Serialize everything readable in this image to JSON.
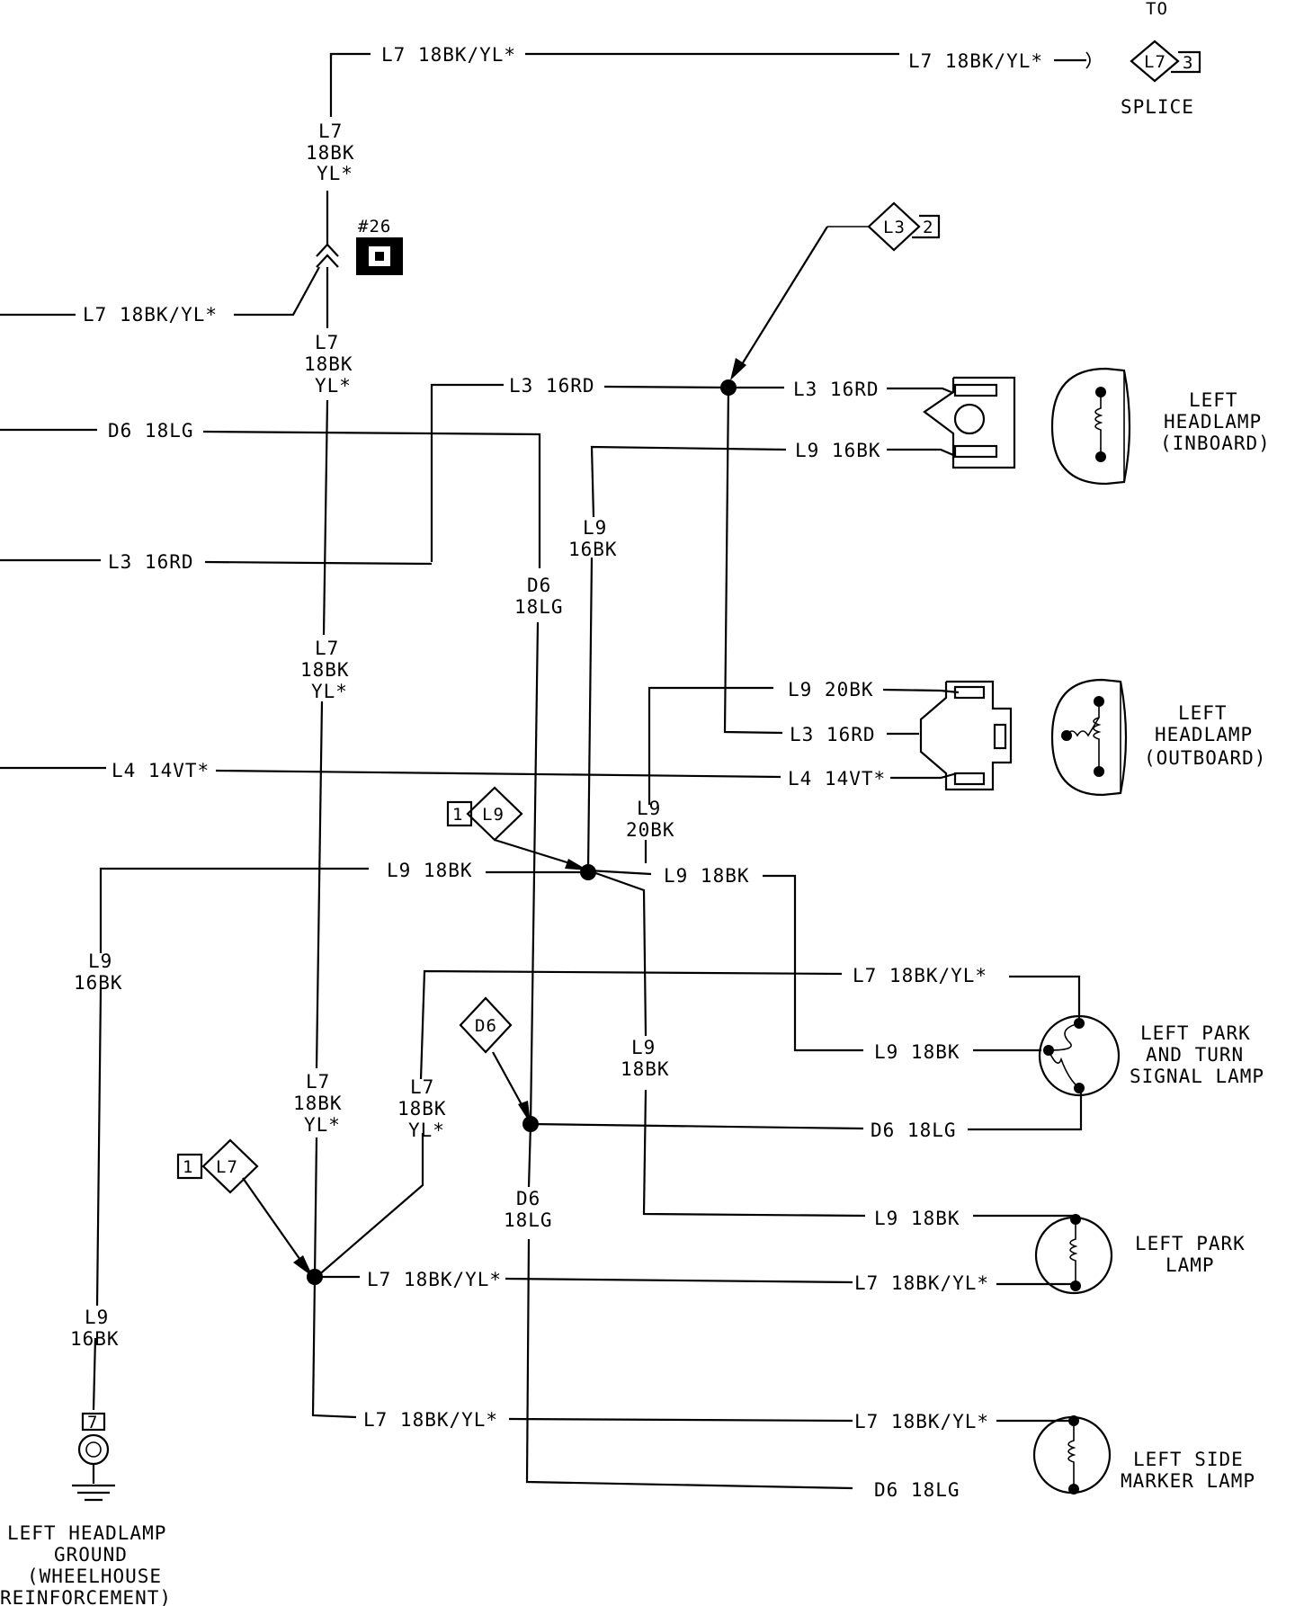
{
  "wires": {
    "top_h_a": "L7 18BK/YL*",
    "top_h_b": "L7 18BK/YL*",
    "top_v_1": "L7",
    "top_v_2": "18BK",
    "top_v_3": "YL*",
    "left_l7": "L7 18BK/YL*",
    "mid_v_1": "L7",
    "mid_v_2": "18BK",
    "mid_v_3": "YL*",
    "d6_left": "D6 18LG",
    "l3_top": "L3 16RD",
    "l3_left": "L3 16RD",
    "l3_inb": "L3 16RD",
    "l9_inb": "L9 16BK",
    "l9_v_1": "L9",
    "l9_v_2": "16BK",
    "d6_v_1": "D6",
    "d6_v_2": "18LG",
    "low_v_1": "L7",
    "low_v_2": "18BK",
    "low_v_3": "YL*",
    "l9_outb": "L9 20BK",
    "l3_outb": "L3 16RD",
    "l4_left": "L4 14VT*",
    "l4_outb": "L4 14VT*",
    "l9_20_1": "L9",
    "l9_20_2": "20BK",
    "l9_18_left": "L9 18BK",
    "l9_18_right": "L9 18BK",
    "l9_left_v_1": "L9",
    "l9_left_v_2": "16BK",
    "l7_turn": "L7 18BK/YL*",
    "l9_turn": "L9 18BK",
    "d6_turn": "D6 18LG",
    "l9_mid_1": "L9",
    "l9_mid_2": "18BK",
    "l7_a_1": "L7",
    "l7_a_2": "18BK",
    "l7_a_3": "YL*",
    "l7_b_1": "L7",
    "l7_b_2": "18BK",
    "l7_b_3": "YL*",
    "d6_low_1": "D6",
    "d6_low_2": "18LG",
    "l9_park": "L9 18BK",
    "l7_splice_low": "L7 18BK/YL*",
    "l7_park": "L7 18BK/YL*",
    "l7_bottom": "L7 18BK/YL*",
    "l7_side": "L7 18BK/YL*",
    "d6_side": "D6 18LG",
    "l9_gnd_1": "L9",
    "l9_gnd_2": "16BK"
  },
  "refs": {
    "to": "TO",
    "splice_top": "L7",
    "splice_top_num": "3",
    "splice": "SPLICE",
    "l3_ref": "L3",
    "l3_ref_num": "2",
    "conn_num": "#26",
    "l9_ref": "L9",
    "l9_ref_num": "1",
    "d6_ref": "D6",
    "l7_ref": "L7",
    "l7_ref_num": "1",
    "ground_num": "7"
  },
  "components": {
    "headlamp_inboard": [
      "LEFT",
      "HEADLAMP",
      "(INBOARD)"
    ],
    "headlamp_outboard": [
      "LEFT",
      "HEADLAMP",
      "(OUTBOARD)"
    ],
    "park_turn": [
      "LEFT PARK",
      "AND TURN",
      "SIGNAL LAMP"
    ],
    "park": [
      "LEFT PARK",
      "LAMP"
    ],
    "side_marker": [
      "LEFT SIDE",
      "MARKER LAMP"
    ],
    "ground": [
      "LEFT HEADLAMP",
      "GROUND",
      "(WHEELHOUSE",
      "REINFORCEMENT)"
    ]
  }
}
